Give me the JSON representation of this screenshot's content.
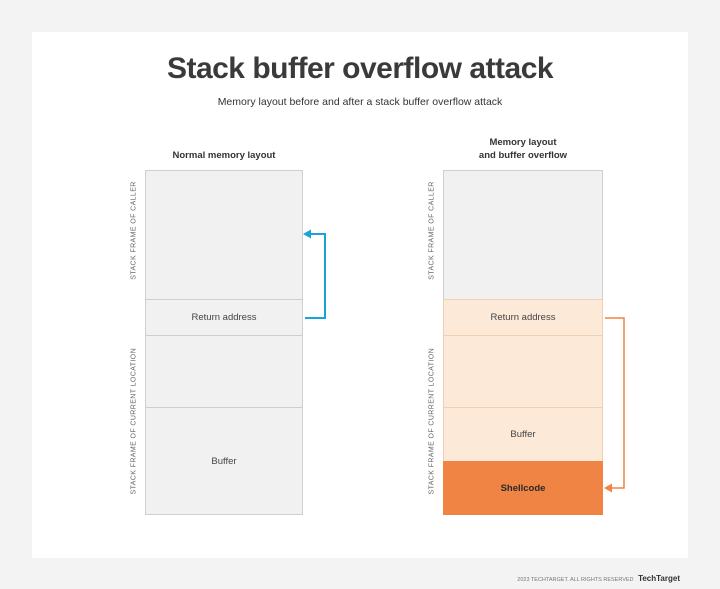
{
  "title": "Stack buffer overflow attack",
  "subtitle": "Memory layout before and after a stack buffer overflow attack",
  "left": {
    "heading": "Normal memory layout",
    "vlabel_top": "STACK FRAME OF CALLER",
    "vlabel_bottom": "STACK FRAME OF CURRENT LOCATION",
    "return_label": "Return address",
    "buffer_label": "Buffer",
    "arrow_color": "#1aa3d9"
  },
  "right": {
    "heading_line1": "Memory layout",
    "heading_line2": "and buffer overflow",
    "vlabel_top": "STACK FRAME OF CALLER",
    "vlabel_bottom": "STACK FRAME OF CURRENT LOCATION",
    "return_label": "Return address",
    "buffer_label": "Buffer",
    "shellcode_label": "Shellcode",
    "arrow_color": "#ef8444"
  },
  "footer": {
    "copyright": "2023 TECHTARGET. ALL RIGHTS RESERVED",
    "brand": "TechTarget"
  }
}
